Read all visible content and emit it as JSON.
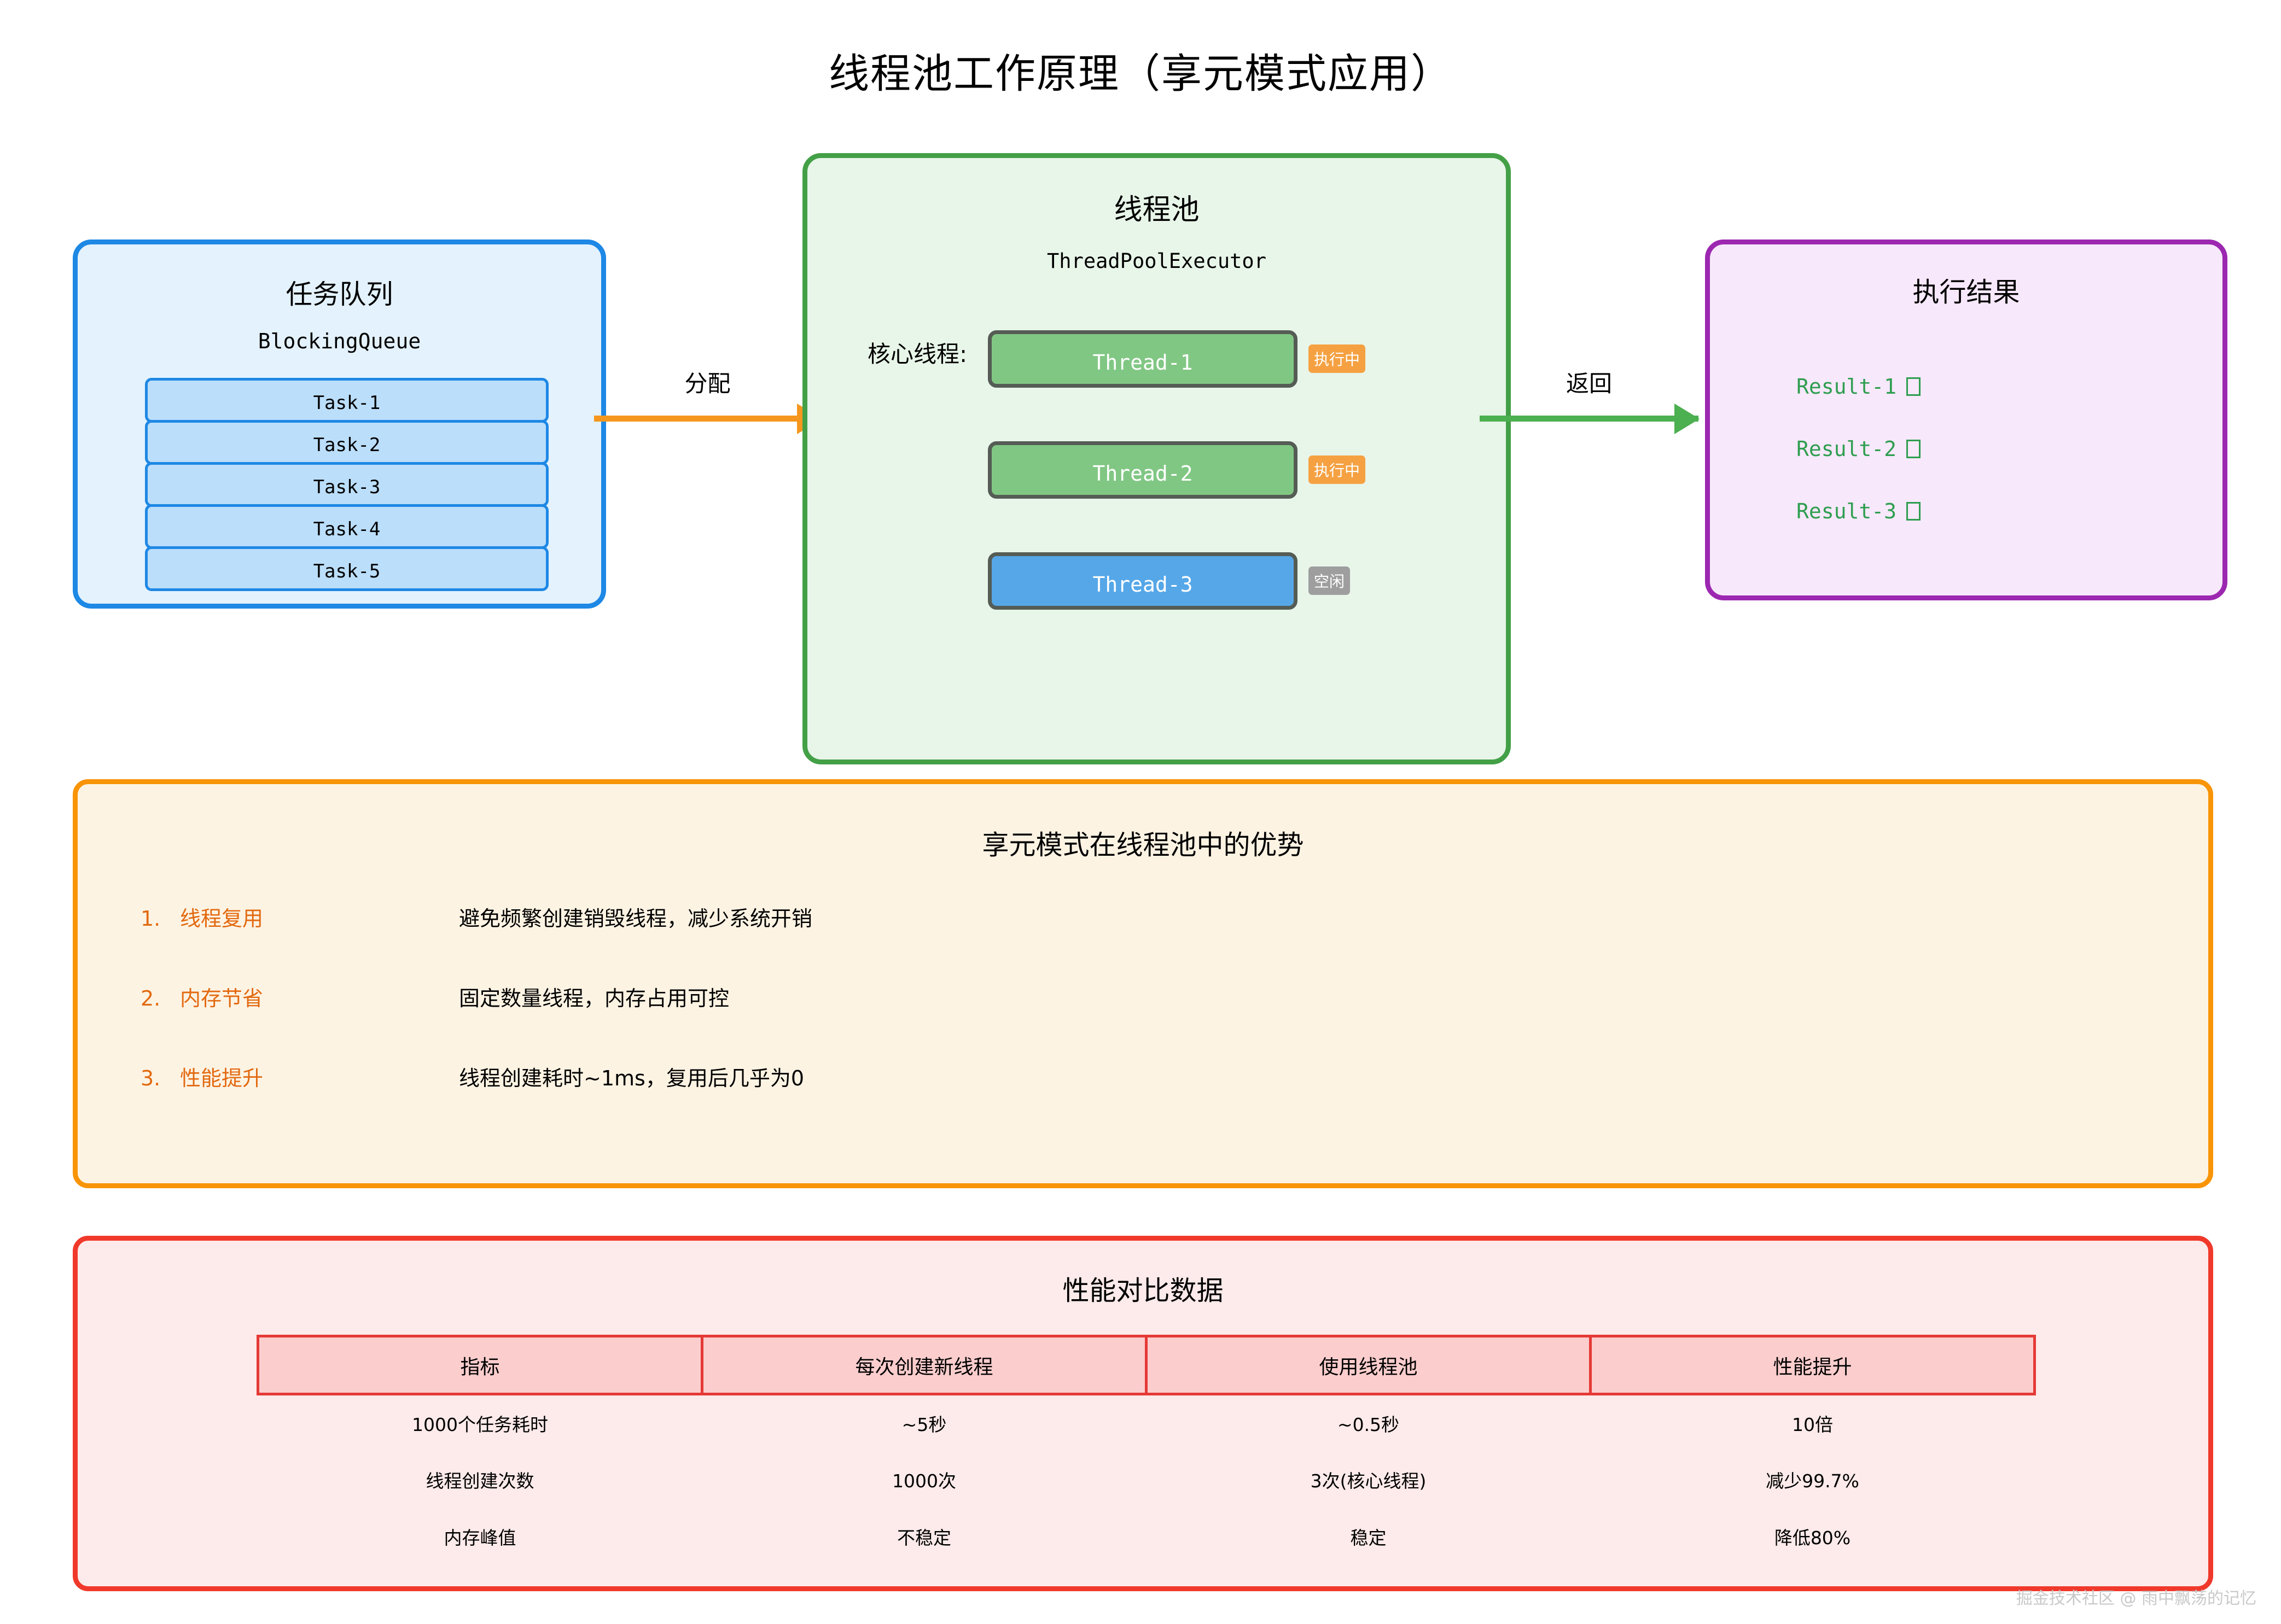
{
  "title": "线程池工作原理（享元模式应用）",
  "task_queue": {
    "title": "任务队列",
    "subtitle": "BlockingQueue",
    "tasks": [
      "Task-1",
      "Task-2",
      "Task-3",
      "Task-4",
      "Task-5"
    ],
    "border_color": "#1e88e5",
    "fill_color": "#e3f2fd",
    "task_fill_color": "#bbdefb"
  },
  "thread_pool": {
    "title": "线程池",
    "subtitle": "ThreadPoolExecutor",
    "core_label": "核心线程:",
    "border_color": "#43a047",
    "fill_color": "#e8f5e9",
    "threads": [
      {
        "name": "Thread-1",
        "status": "执行中",
        "state": "busy"
      },
      {
        "name": "Thread-2",
        "status": "执行中",
        "state": "busy"
      },
      {
        "name": "Thread-3",
        "status": "空闲",
        "state": "idle"
      }
    ],
    "busy_color": "#81c784",
    "idle_color": "#56a7e8",
    "busy_badge_color": "#f5a142",
    "idle_badge_color": "#9e9e9e"
  },
  "exec_results": {
    "title": "执行结果",
    "results": [
      "Result-1",
      "Result-2",
      "Result-3"
    ],
    "border_color": "#9c27b0",
    "fill_color": "#f7e8fb",
    "text_color": "#2e9e4f"
  },
  "arrows": {
    "allocate": {
      "label": "分配",
      "color": "#f5971e"
    },
    "return": {
      "label": "返回",
      "color": "#4caf50"
    }
  },
  "advantages": {
    "title": "享元模式在线程池中的优势",
    "border_color": "#f89406",
    "fill_color": "#fdf3e3",
    "key_color": "#e2690f",
    "items": [
      {
        "num": "1.",
        "key": "线程复用",
        "desc": "避免频繁创建销毁线程，减少系统开销"
      },
      {
        "num": "2.",
        "key": "内存节省",
        "desc": "固定数量线程，内存占用可控"
      },
      {
        "num": "3.",
        "key": "性能提升",
        "desc": "线程创建耗时~1ms，复用后几乎为0"
      }
    ]
  },
  "performance": {
    "title": "性能对比数据",
    "border_color": "#f0392b",
    "fill_color": "#fdeaea",
    "header_fill": "#fbcdcd",
    "headers": [
      "指标",
      "每次创建新线程",
      "使用线程池",
      "性能提升"
    ],
    "rows": [
      [
        "1000个任务耗时",
        "~5秒",
        "~0.5秒",
        "10倍"
      ],
      [
        "线程创建次数",
        "1000次",
        "3次(核心线程)",
        "减少99.7%"
      ],
      [
        "内存峰值",
        "不稳定",
        "稳定",
        "降低80%"
      ]
    ]
  },
  "watermark": "掘金技术社区 @ 雨中飘荡的记忆"
}
